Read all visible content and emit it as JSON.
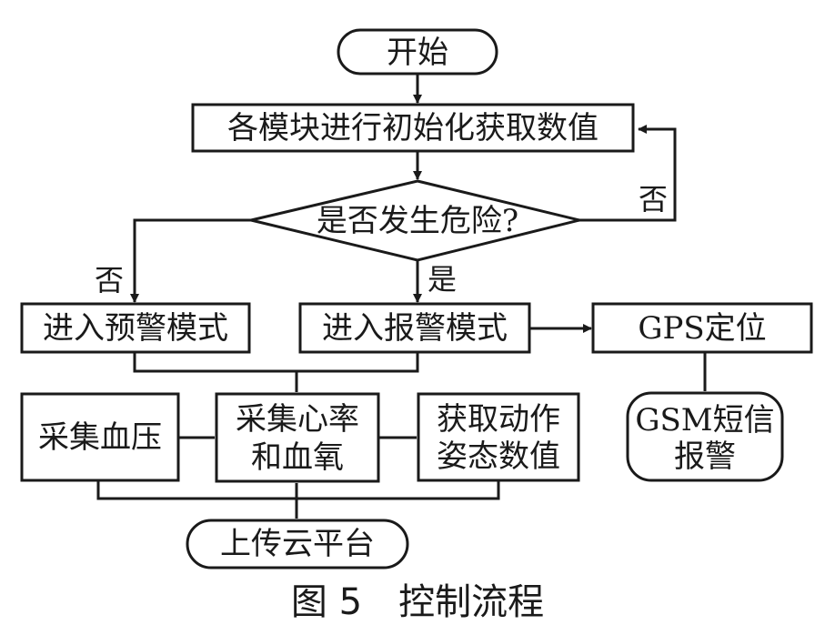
{
  "nodes": {
    "start": "开始",
    "init": "各模块进行初始化获取数值",
    "decision": "是否发生危险?",
    "warn_mode": "进入预警模式",
    "alarm_mode": "进入报警模式",
    "gps": "GPS定位",
    "gsm_line1": "GSM短信",
    "gsm_line2": "报警",
    "blood_pressure": "采集血压",
    "heart_line1": "采集心率",
    "heart_line2": "和血氧",
    "motion_line1": "获取动作",
    "motion_line2": "姿态数值",
    "cloud": "上传云平台"
  },
  "labels": {
    "no_top": "否",
    "no_left": "否",
    "yes": "是"
  },
  "caption": "图 5　控制流程"
}
